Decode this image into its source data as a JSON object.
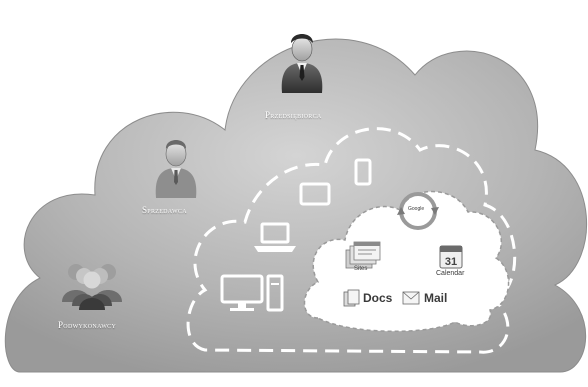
{
  "roles": {
    "entrepreneur": "Przedsiębiorca",
    "salesperson": "Sprzedawca",
    "subcontractors": "Podwykonawcy"
  },
  "apps": {
    "sync_label": "Google",
    "sites_label": "Sites",
    "calendar_label": "Calendar",
    "docs_label": "Docs",
    "mail_label": "Mail"
  },
  "icons": [
    "person-icon",
    "group-icon",
    "desktop-icon",
    "laptop-icon",
    "tablet-icon",
    "phone-icon",
    "sync-icon",
    "sites-icon",
    "calendar-icon",
    "docs-icon",
    "mail-icon"
  ],
  "colors": {
    "cloud": "#a9a9a9",
    "cloud_light": "#cfcfcf",
    "inner_cloud": "#ffffff",
    "dashes": "#ffffff"
  }
}
